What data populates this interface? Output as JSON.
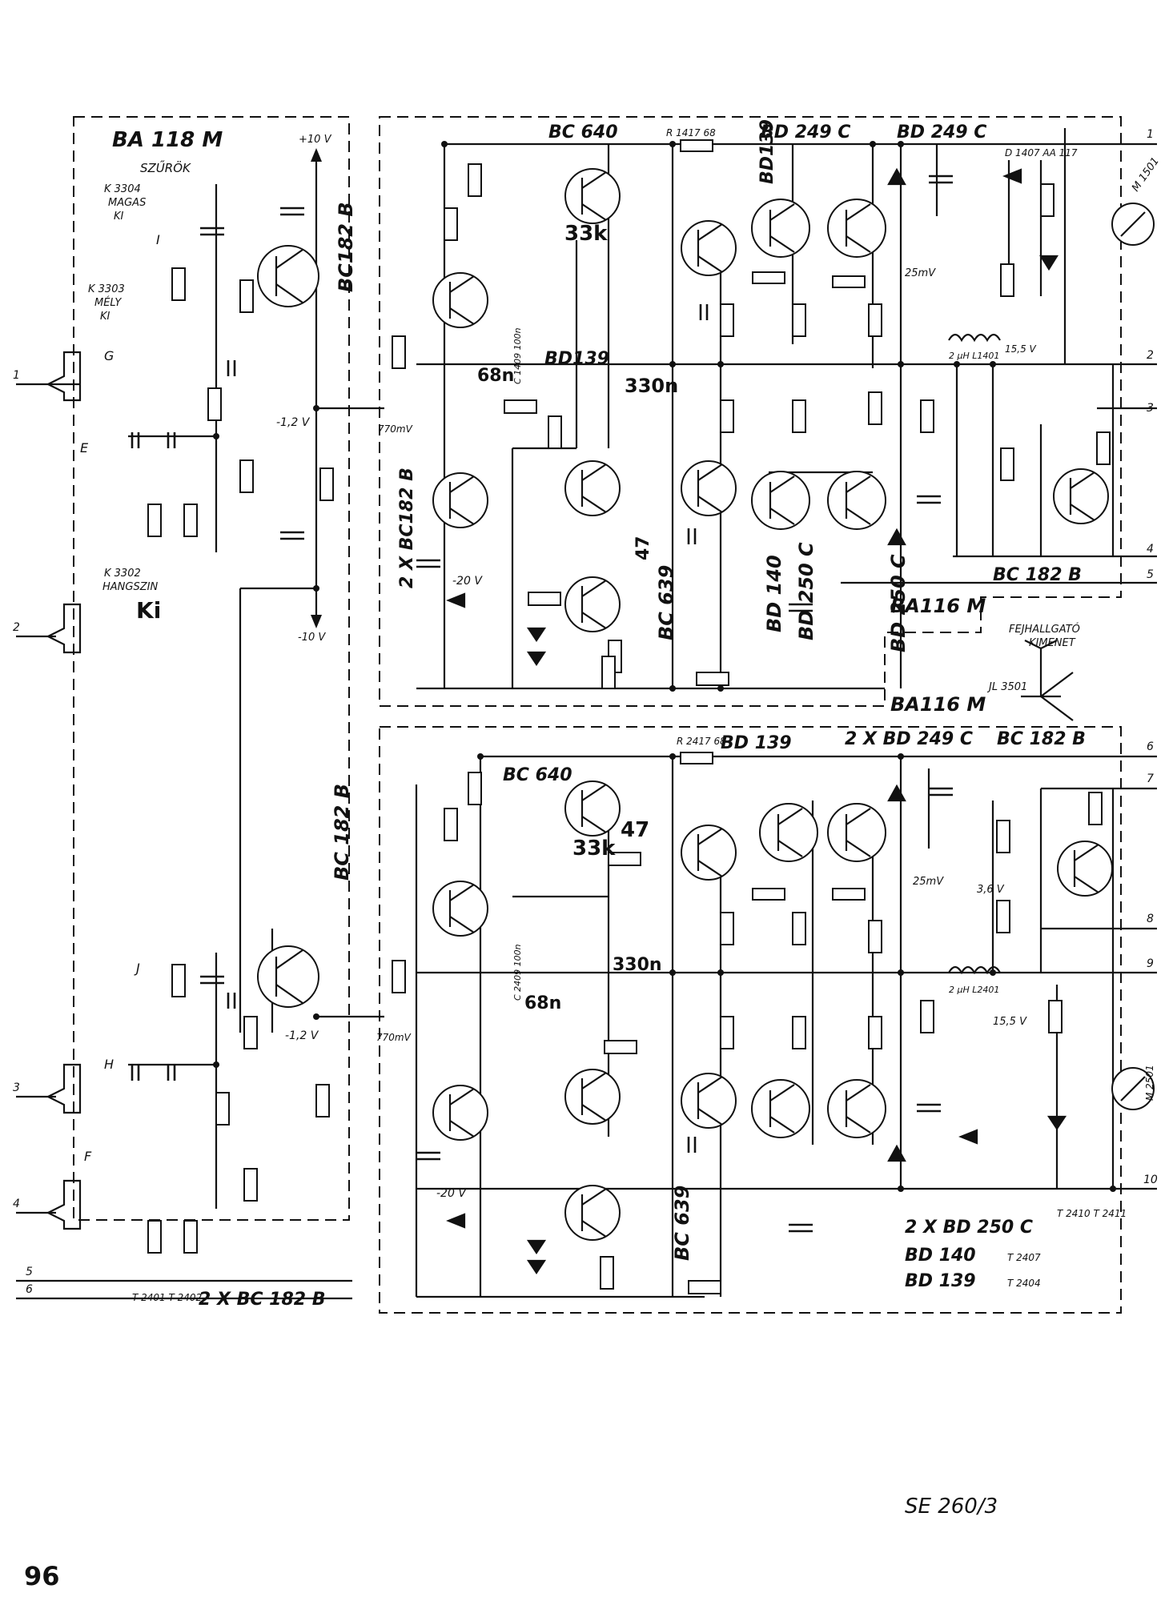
{
  "modules": {
    "top_left_name": "BA 118 M",
    "top_left_sub": "SZŰRÖK",
    "top_right_name": "BA116 M",
    "bottom_right_name": "BA116 M"
  },
  "switches": {
    "k3304": "K 3304",
    "k3304_a": "MAGAS",
    "k3304_b": "KI",
    "k3303": "K 3303",
    "k3303_a": "MÉLY",
    "k3303_b": "KI",
    "k3302": "K 3302",
    "k3302_a": "HANGSZIN",
    "k3302_b": "Ki",
    "sw_g": "G",
    "sw_e": "E",
    "sw_i": "I",
    "sw_j": "J",
    "sw_h": "H",
    "sw_f": "F"
  },
  "rails": {
    "plus10": "+10 V",
    "minus10": "-10 V",
    "minus12_top": "-1,2 V",
    "minus12_bottom": "-1,2 V",
    "mv770_top": "770mV",
    "mv770_bottom": "770mV",
    "minus20_top": "-20 V",
    "minus20_bottom": "-20 V",
    "mv25_top": "25mV",
    "mv25_bottom": "25mV",
    "v155_top": "15,5 V",
    "v155_bottom": "15,5 V",
    "v36": "3,6 V"
  },
  "transistor_types": {
    "top_bc640": "BC 640",
    "top_bd249_a": "BD 249 C",
    "top_bd249_b": "BD 249 C",
    "top_bd139_a": "BD139",
    "top_bd139_b": "BD139",
    "top_bc639": "BC 639",
    "top_bd140": "BD 140",
    "top_bd250_a": "BD 250 C",
    "top_bd250_b": "BD 250 C",
    "top_bc182": "BC 182 B",
    "bc182_vertical_top": "BC182 B",
    "bc182x2_vertical": "2 X BC182 B",
    "bc182_vertical_bottom": "BC 182 B",
    "bottom_bc640": "BC 640",
    "bottom_bd139": "BD 139",
    "bottom_bd249x2": "2 X BD 249 C",
    "bottom_bc182": "BC 182 B",
    "bottom_bc639": "BC 639",
    "bottom_bd250x2": "2 X BD 250 C",
    "bottom_bd140": "BD 140",
    "bottom_bd139_list": "BD 139",
    "t2410_t2411": "T 2410  T 2411",
    "t2407": "T 2407",
    "t2404": "T 2404",
    "t2401_t2402": "T 2401  T 2402",
    "bottom_left_bc182x2": "2 X BC 182 B"
  },
  "labels": {
    "headphone": "FEJHALLGATÓ",
    "headphone_sub": "KIMENET",
    "jl3501": "JL 3501",
    "meter_top": "M 1501",
    "meter_bottom": "M 2501",
    "d1407": "D 1407  AA 117",
    "inductor_top": "2 µH  L1401",
    "inductor_bottom": "2 µH  L2401",
    "r1417": "R 1417  68",
    "r2417": "R 2417  68",
    "hand_33k_top": "33k",
    "hand_33k_bottom": "33k",
    "hand_47_bottom": "47",
    "hand_330n_top": "330n",
    "hand_330n_bottom": "330n",
    "hand_68n_top": "68n",
    "hand_68n_bottom": "68n",
    "hand_47_top": "47",
    "c1409_top": "C 1409 100n",
    "c2409_bottom": "C 2409 100n"
  },
  "pins_right": [
    "1",
    "2",
    "3",
    "4",
    "5",
    "6",
    "7",
    "8",
    "9",
    "10"
  ],
  "pins_left": [
    "1",
    "2",
    "3",
    "4",
    "5",
    "6"
  ],
  "footer": {
    "code": "SE 260/3",
    "page": "96"
  }
}
